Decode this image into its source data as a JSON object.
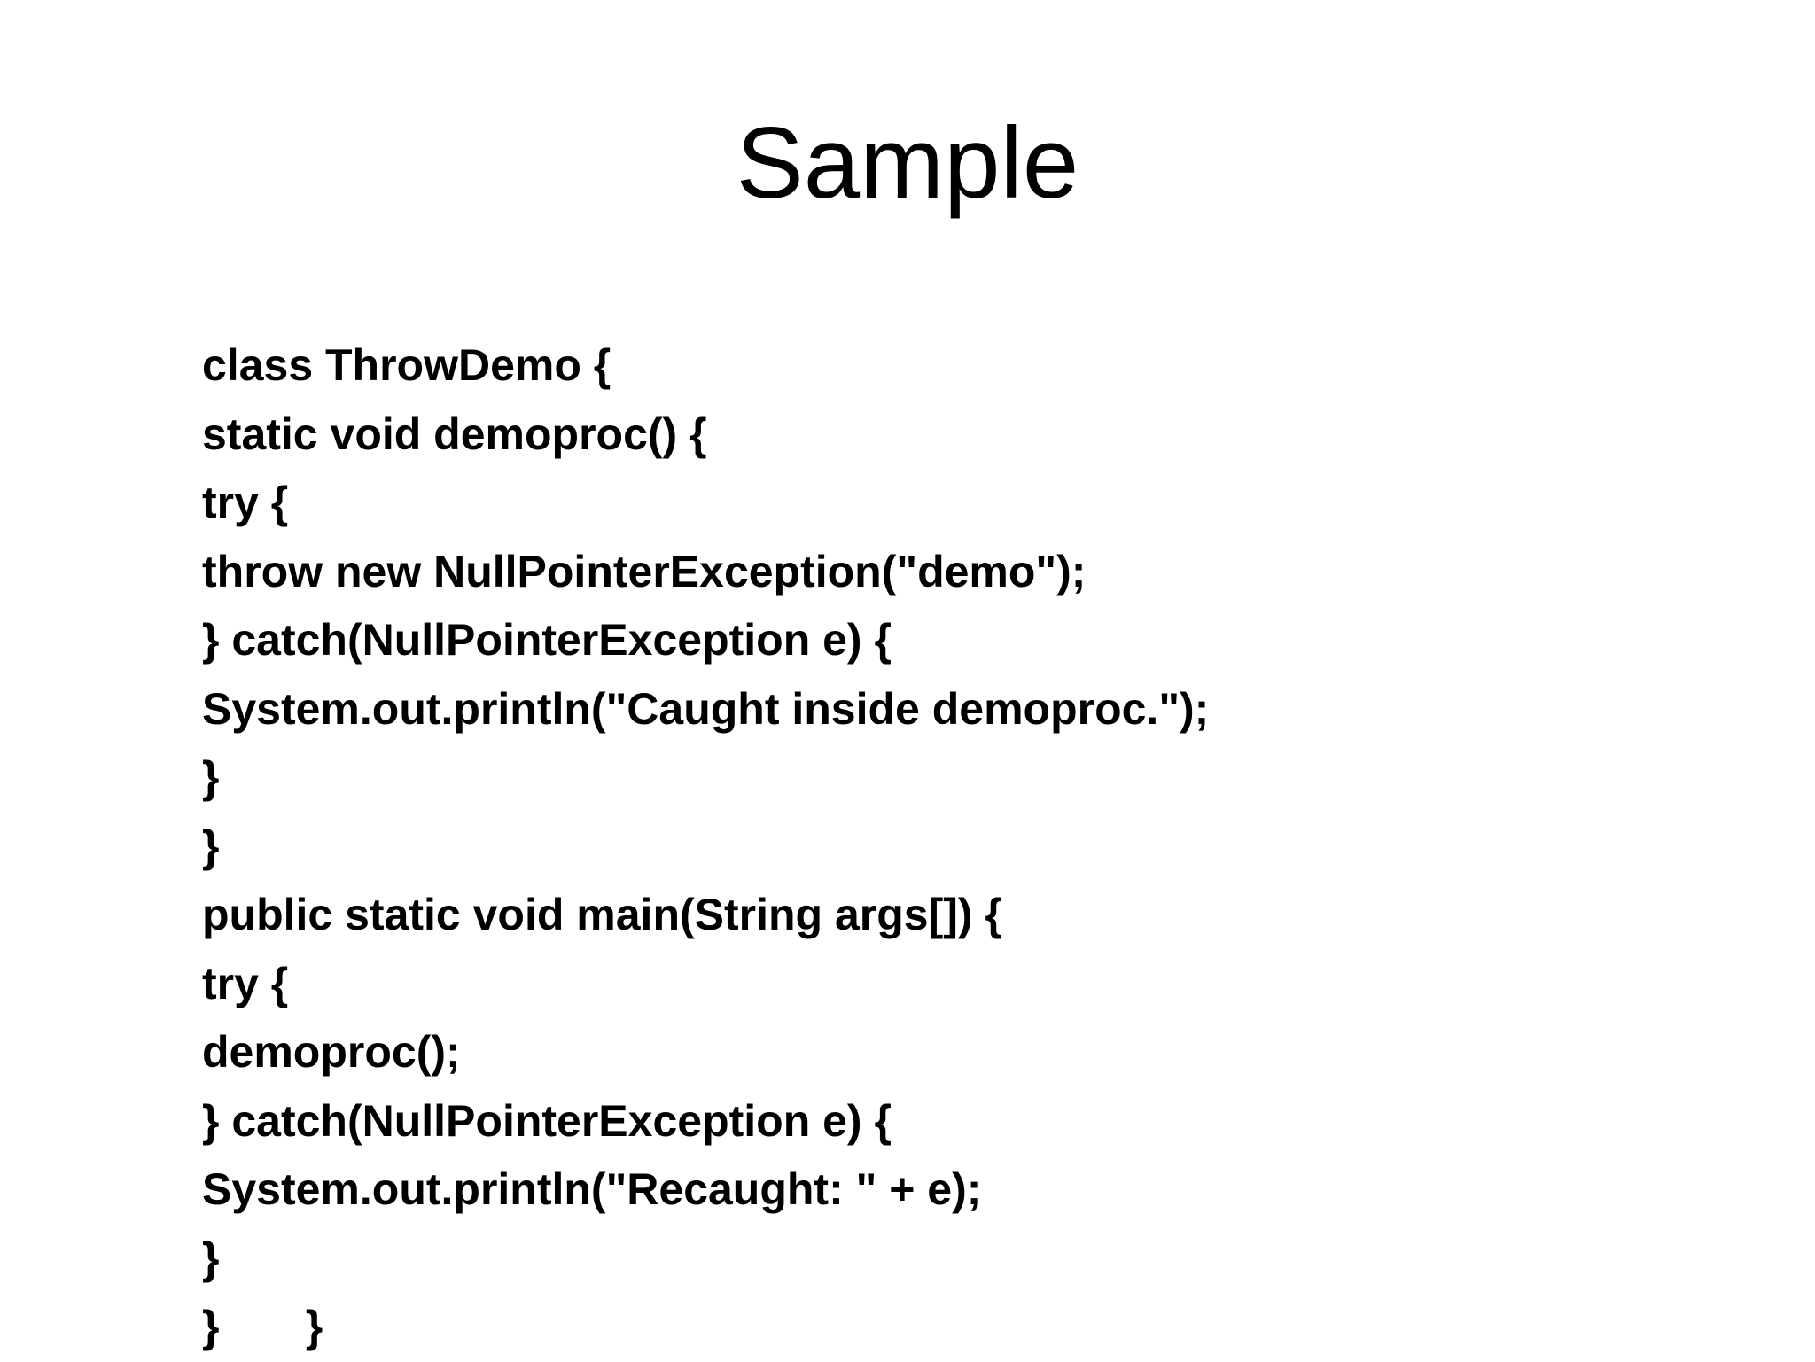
{
  "slide": {
    "title": "Sample",
    "code_lines": [
      "class ThrowDemo {",
      "static void demoproc() {",
      "try {",
      "throw new NullPointerException(\"demo\");",
      "} catch(NullPointerException e) {",
      "System.out.println(\"Caught inside demoproc.\");",
      "}",
      "}",
      "public static void main(String args[]) {",
      "try {",
      "demoproc();",
      "} catch(NullPointerException e) {",
      "System.out.println(\"Recaught: \" + e);",
      "}",
      "}       }"
    ]
  }
}
